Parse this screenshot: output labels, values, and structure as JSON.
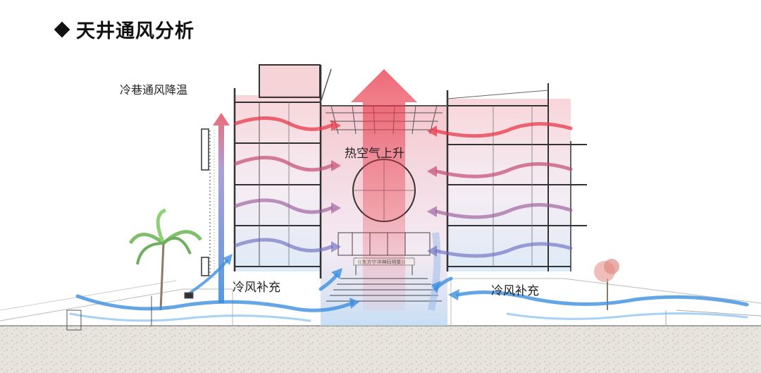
{
  "title": "天井通风分析",
  "labels": {
    "lane_cooling": "冷巷通风降温",
    "hot_air_rising": "热空气上升",
    "cool_air_left": "冷风补充",
    "cool_air_right": "冷风补充",
    "sign_text": "((东方宁冲神码明集))"
  },
  "colors": {
    "hot_air": "#e8384a",
    "cool_air": "#3d8fe0",
    "mixed_air": "#7a6fb0",
    "ground": "#e6e2dc",
    "structure": "#333333"
  }
}
